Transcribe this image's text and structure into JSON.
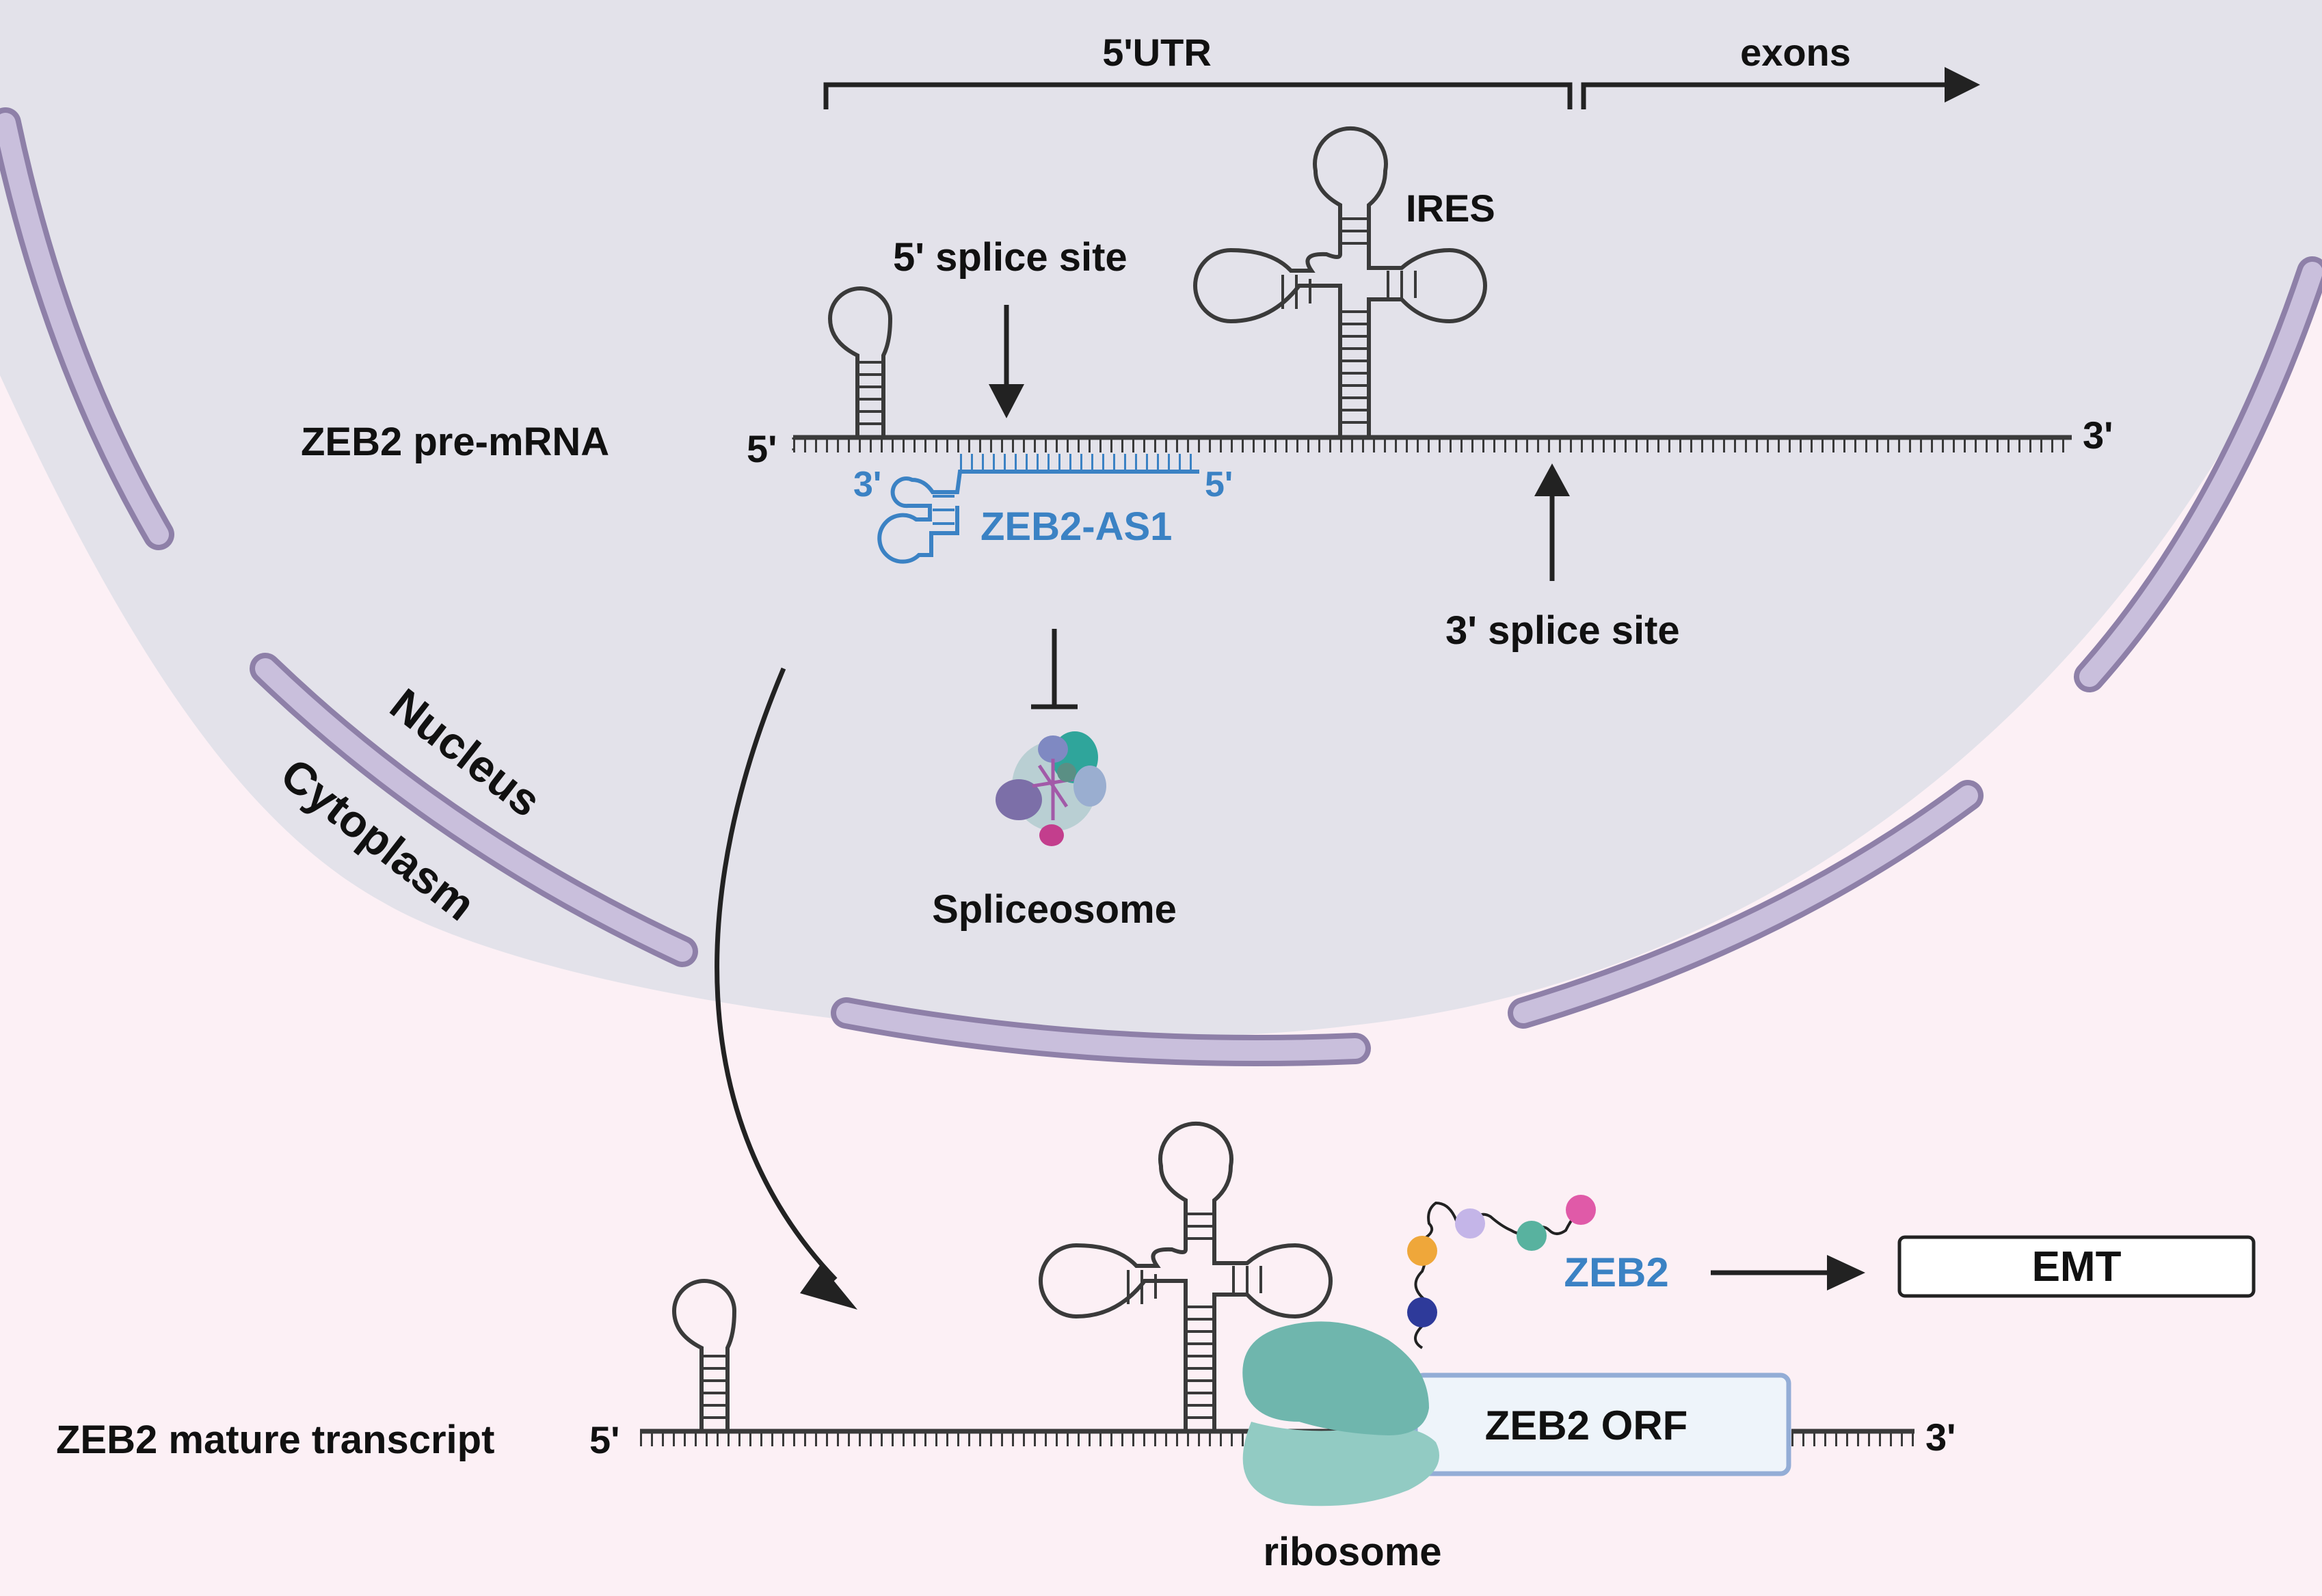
{
  "colors": {
    "cytoplasm": "#fcf0f5",
    "nucleus": "#e3e2ea",
    "membrane_fill": "#c9bfdc",
    "membrane_stroke": "#8e80a8",
    "rna": "#3a3a3a",
    "antisense": "#3b82c4",
    "ribosome_large": "#6fb6ad",
    "ribosome_small": "#92cbc3",
    "orf_fill": "#eef4fa",
    "orf_stroke": "#93add6"
  },
  "labels": {
    "utr5": "5'UTR",
    "exons": "exons",
    "ires": "IRES",
    "splice5": "5' splice site",
    "splice3": "3' splice site",
    "pre_mrna": "ZEB2 pre-mRNA",
    "five_prime": "5'",
    "three_prime": "3'",
    "antisense": "ZEB2-AS1",
    "antisense_3": "3'",
    "antisense_5": "5'",
    "spliceosome": "Spliceosome",
    "nucleus": "Nucleus",
    "cytoplasm": "Cytoplasm",
    "mature": "ZEB2 mature transcript",
    "orf": "ZEB2 ORF",
    "ribosome": "ribosome",
    "protein": "ZEB2",
    "emt": "EMT"
  },
  "icons": {
    "spliceosome": "protein-complex-icon",
    "ribosome": "ribosome-icon",
    "peptide": "amino-acid-chain-icon"
  }
}
